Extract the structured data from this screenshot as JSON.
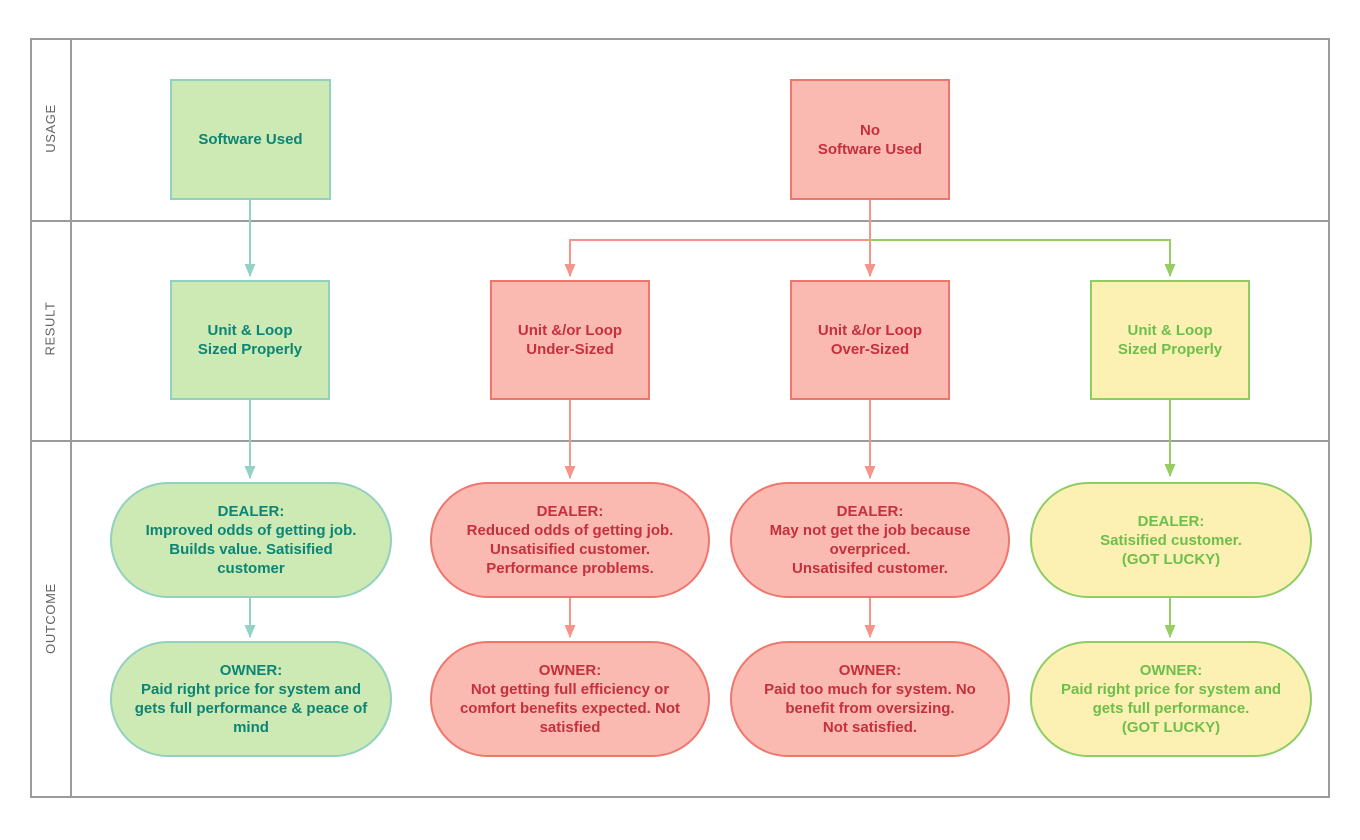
{
  "palette": {
    "lane_border": "#9b9b9b",
    "lane_label_text": "#5f6663",
    "green_fill": "#cde9b4",
    "green_border": "#92d1bf",
    "green_text": "#0c8575",
    "green_arrow": "#94d2c5",
    "red_fill": "#fbbab1",
    "red_border": "#f0766d",
    "red_text": "#c5303d",
    "red_arrow": "#f4948a",
    "yellow_fill": "#fcf0b3",
    "yellow_border": "#8ecd63",
    "yellow_text": "#6dbf4b",
    "yellow_arrow": "#97cd63"
  },
  "lanes": {
    "usage": "USAGE",
    "result": "RESULT",
    "outcome": "OUTCOME"
  },
  "nodes": {
    "usage_software_used": "Software Used",
    "usage_no_software_used": "No\nSoftware Used",
    "result_sized_properly": "Unit & Loop\nSized Properly",
    "result_under_sized": "Unit &/or Loop\nUnder-Sized",
    "result_over_sized": "Unit &/or Loop\nOver-Sized",
    "result_sized_properly_lucky": "Unit & Loop\nSized Properly",
    "outcome_dealer_software": "DEALER:\nImproved odds of getting job.\nBuilds value. Satisified\ncustomer",
    "outcome_owner_software": "OWNER:\nPaid right price for system and\ngets full performance & peace of\nmind",
    "outcome_dealer_under": "DEALER:\nReduced odds of getting job.\nUnsatisified customer.\nPerformance problems.",
    "outcome_owner_under": "OWNER:\nNot getting full efficiency or\ncomfort benefits expected. Not\nsatisfied",
    "outcome_dealer_over": "DEALER:\nMay not get the job because\noverpriced.\nUnsatisifed customer.",
    "outcome_owner_over": "OWNER:\nPaid too much for system. No\nbenefit from oversizing.\nNot satisfied.",
    "outcome_dealer_lucky": "DEALER:\nSatisified customer.\n(GOT LUCKY)",
    "outcome_owner_lucky": "OWNER:\nPaid right price for system and\ngets full performance.\n(GOT LUCKY)"
  }
}
